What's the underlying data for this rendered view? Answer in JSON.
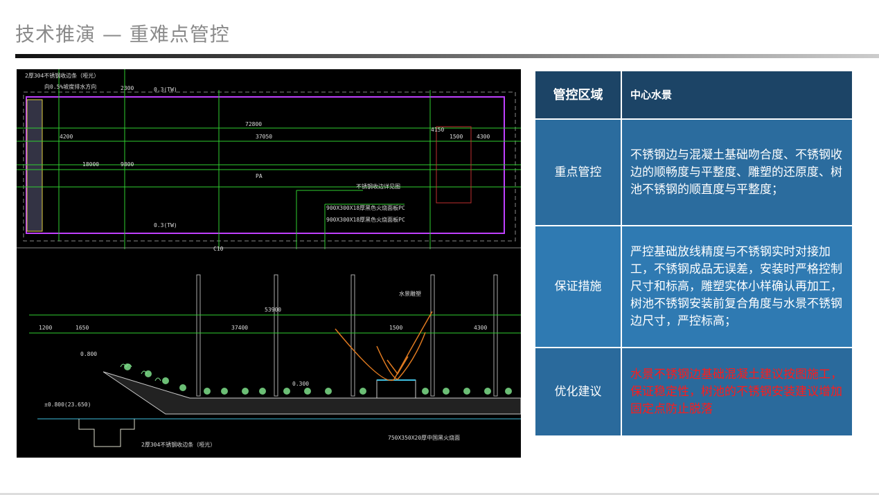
{
  "header": {
    "title": "技术推演 — 重难点管控"
  },
  "drawing": {
    "plan_labels": [
      "2厚304不锈钢收边条（哑光）",
      "向0.5%坡度排水方向",
      "0.3(TW)",
      "72800",
      "37050",
      "4200",
      "4150",
      "1500",
      "4300",
      "18000",
      "9800",
      "2300",
      "PA",
      "900X300X18厚黑色火烧面板PC",
      "900X300X18厚黑色火烧面板PC",
      "不锈钢收边详见图",
      "0.3(TW)",
      "C10"
    ],
    "section_labels": [
      "53900",
      "1200",
      "1650",
      "37400",
      "1500",
      "4300",
      "0.800",
      "±0.800(23.650)",
      "0.300",
      "2厚304不锈钢收边条（哑光）",
      "750X350X20厚中国黑火烧面",
      "水景雕塑"
    ],
    "colors": {
      "background": "#000000",
      "line_green": "#2fd02f",
      "line_magenta": "#c040ff",
      "sculpture": "#e07a20",
      "plants": "#7ee08a",
      "water": "#40c0e0"
    }
  },
  "table": {
    "rows": [
      {
        "key": "管控区域",
        "value": "中心水景"
      },
      {
        "key": "重点管控",
        "value": "不锈钢边与混凝土基础吻合度、不锈钢收边的顺畅度与平整度、雕塑的还原度、树池不锈钢的顺直度与平整度；"
      },
      {
        "key": "保证措施",
        "value": "严控基础放线精度与不锈钢实时对接加工，不锈钢成品无误差，安装时严格控制尺寸和标高，雕塑实体小样确认再加工，树池不锈钢安装前复合角度与水景不锈钢边尺寸，严控标高；"
      },
      {
        "key": "优化建议",
        "value": "水景不锈钢边基础混凝土建议按图施工，保证稳定性，树池的不锈钢安装建议增加固定点防止脱落"
      }
    ],
    "colors": {
      "header": "#1c4466",
      "row": "#2b6c9e",
      "highlight_text": "#ff1a1a"
    }
  }
}
